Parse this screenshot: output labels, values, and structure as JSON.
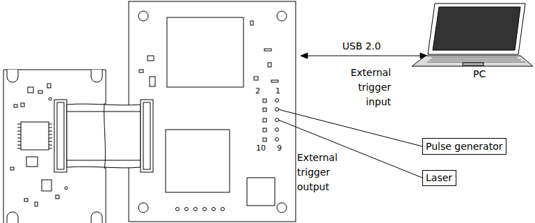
{
  "diagram": {
    "nodes": [
      {
        "text": [
          "Pulse generator"
        ]
      },
      {
        "text": [
          "Laser"
        ]
      }
    ],
    "labels": [
      "USB 2.0",
      "PC",
      "2",
      "1",
      "External trigger input",
      "10",
      "9",
      "External trigger output"
    ]
  }
}
